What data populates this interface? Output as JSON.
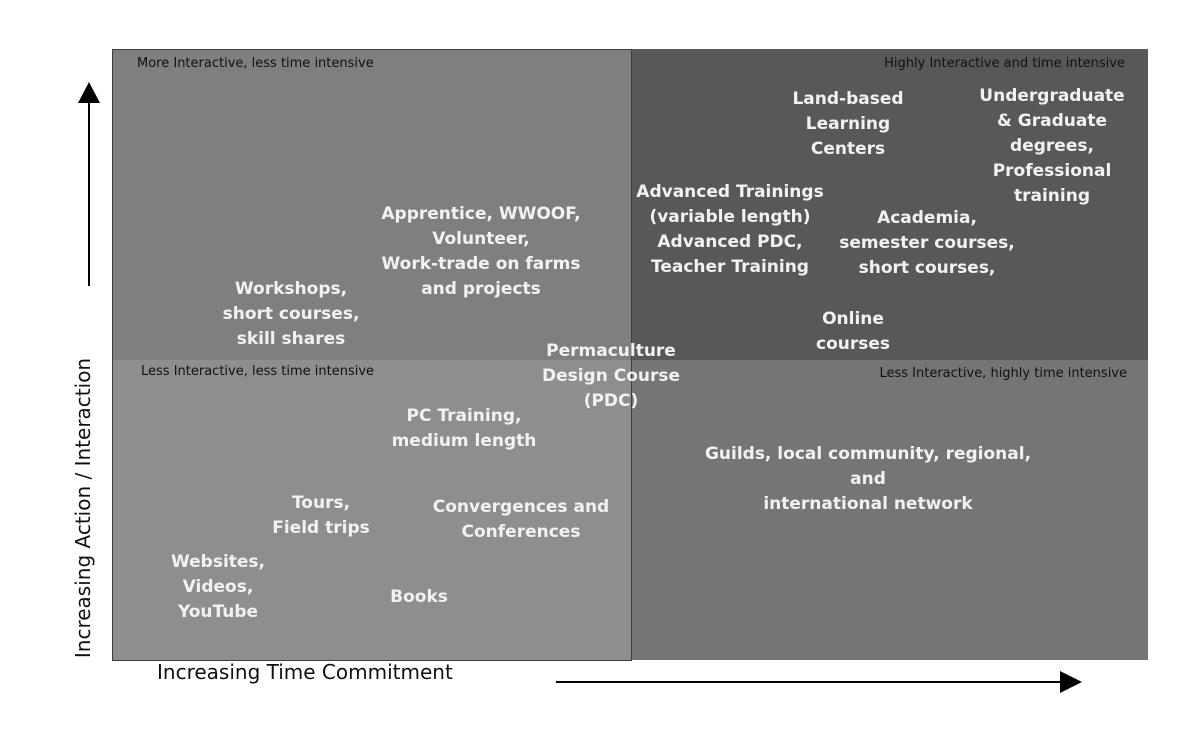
{
  "quadrants": {
    "top_left": "More Interactive, less time intensive",
    "top_right": "Highly Interactive and time intensive",
    "bottom_left": "Less Interactive, less time intensive",
    "bottom_right": "Less Interactive, highly time intensive"
  },
  "axes": {
    "x_label": "Increasing Time Commitment",
    "y_label": "Increasing Action / Interaction"
  },
  "items": {
    "land_based": "Land-based\nLearning\nCenters",
    "degrees": "Undergraduate\n& Graduate\ndegrees,\nProfessional\ntraining",
    "advanced": "Advanced Trainings\n(variable length)\nAdvanced PDC,\nTeacher Training",
    "academia": "Academia,\nsemester courses,\nshort courses,",
    "online": "Online\ncourses",
    "apprentice": "Apprentice, WWOOF,\nVolunteer,\nWork-trade on farms\nand projects",
    "workshops": "Workshops,\nshort courses,\nskill shares",
    "pdc": "Permaculture\nDesign Course\n(PDC)",
    "pc_training": "PC Training,\nmedium length",
    "guilds": "Guilds, local community, regional, and\ninternational  network",
    "tours": "Tours,\nField trips",
    "convergences": "Convergences and\nConferences",
    "websites": "Websites,\nVideos,\nYouTube",
    "books": "Books"
  },
  "colors": {
    "top_left": "#7f7f7f",
    "top_right": "#585858",
    "bottom_left": "#8e8e8e",
    "bottom_right": "#757575",
    "item_text": "#f2f2f2"
  }
}
